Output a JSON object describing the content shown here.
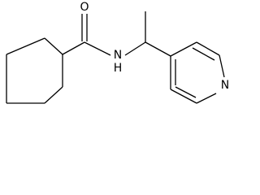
{
  "molecule": {
    "atoms": {
      "carbonyl_oxygen": "O",
      "amide_nitrogen": "N",
      "amide_hydrogen": "H",
      "pyridine_nitrogen": "N"
    }
  }
}
